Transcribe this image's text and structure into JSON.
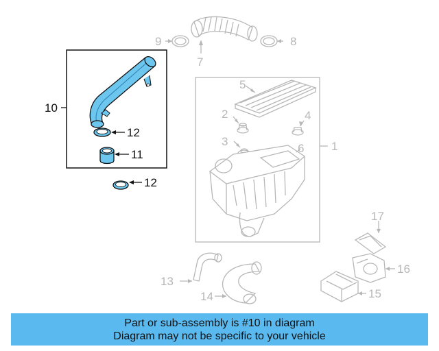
{
  "callouts": {
    "c1": "1",
    "c2": "2",
    "c3": "3",
    "c4": "4",
    "c5": "5",
    "c6": "6",
    "c7": "7",
    "c8": "8",
    "c9": "9",
    "c10": "10",
    "c11": "11",
    "c12a": "12",
    "c12b": "12",
    "c13": "13",
    "c14": "14",
    "c15": "15",
    "c16": "16",
    "c17": "17"
  },
  "banner": {
    "line1": "Part or sub-assembly is #10 in diagram",
    "line2": "Diagram may not be specific to your vehicle"
  },
  "colors": {
    "highlight": "#6cc6ee",
    "banner": "#5ab9ef",
    "greyed_parts": "#b7b7b7",
    "active_lines": "#111111"
  }
}
